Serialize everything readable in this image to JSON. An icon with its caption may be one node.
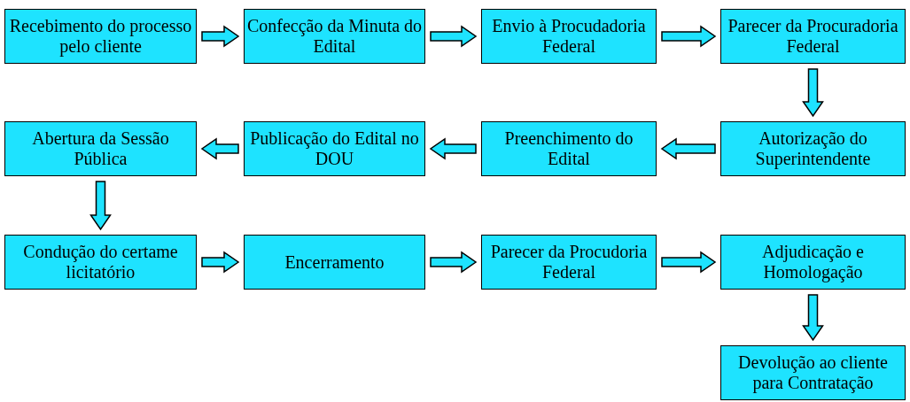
{
  "diagram": {
    "nodes": [
      {
        "text": [
          "Recebimento do processo pelo cliente"
        ]
      },
      {
        "text": [
          "Confecção da Minuta do Edital"
        ]
      },
      {
        "text": [
          "Envio à Procudadoria Federal"
        ]
      },
      {
        "text": [
          "Parecer da Procuradoria Federal"
        ]
      },
      {
        "text": [
          "Autorização do Superintendente"
        ]
      },
      {
        "text": [
          "Preenchimento do Edital"
        ]
      },
      {
        "text": [
          "Publicação do Edital no DOU"
        ]
      },
      {
        "text": [
          "Abertura da Sessão Pública"
        ]
      },
      {
        "text": [
          "Condução do certame licitatório"
        ]
      },
      {
        "text": [
          "Encerramento"
        ]
      },
      {
        "text": [
          "Parecer da Procudoria Federal"
        ]
      },
      {
        "text": [
          "Adjudicação e Homologação"
        ]
      },
      {
        "text": [
          "Devolução ao cliente para Contratação"
        ]
      }
    ],
    "edges": [
      {
        "from": 0,
        "to": 1,
        "arrow": "to"
      },
      {
        "from": 1,
        "to": 2,
        "arrow": "to"
      },
      {
        "from": 2,
        "to": 3,
        "arrow": "to"
      },
      {
        "from": 3,
        "to": 4,
        "arrow": "to"
      },
      {
        "from": 4,
        "to": 5,
        "arrow": "to"
      },
      {
        "from": 5,
        "to": 6,
        "arrow": "to"
      },
      {
        "from": 6,
        "to": 7,
        "arrow": "to"
      },
      {
        "from": 7,
        "to": 8,
        "arrow": "to"
      },
      {
        "from": 8,
        "to": 9,
        "arrow": "to"
      },
      {
        "from": 9,
        "to": 10,
        "arrow": "to"
      },
      {
        "from": 10,
        "to": 11,
        "arrow": "to"
      },
      {
        "from": 11,
        "to": 12,
        "arrow": "to"
      }
    ]
  }
}
